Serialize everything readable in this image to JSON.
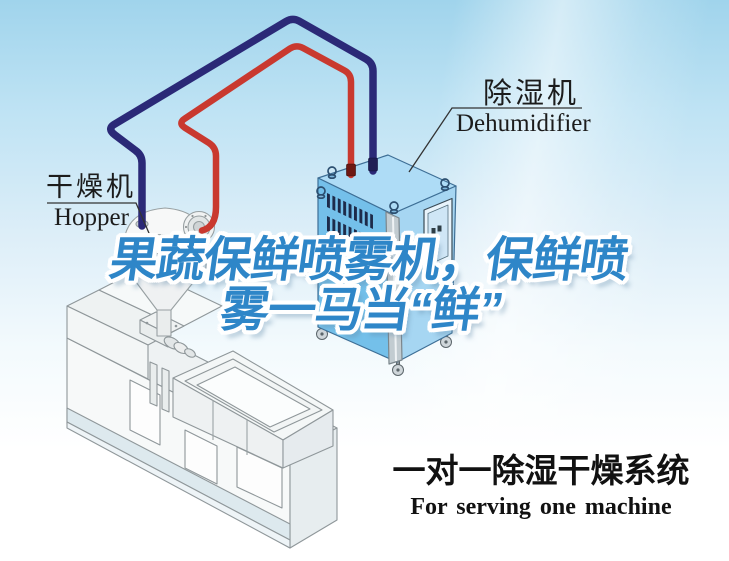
{
  "headline": {
    "line1": "果蔬保鲜喷雾机，保鲜喷",
    "line2": "雾一马当“鲜”",
    "color": "#2e86c8"
  },
  "labels": {
    "dryer": {
      "cn": "干燥机",
      "en": "Hopper"
    },
    "dehumidifier": {
      "cn": "除湿机",
      "en": "Dehumidifier"
    }
  },
  "caption": {
    "title_cn": "一对一除湿干燥系统",
    "subtitle_en": "For serving one machine"
  },
  "colors": {
    "sky_top": "#a0d4ec",
    "sky_bottom": "#ffffff",
    "pipe_red": "#c9392f",
    "pipe_navy": "#2b2977",
    "machine_top": "#aedcf6",
    "machine_left": "#74c0ea",
    "machine_right": "#a6d6f2",
    "vent_dark": "#1d2b4a",
    "headline_blue": "#2e86c8",
    "label_text": "#1c1c1c"
  }
}
